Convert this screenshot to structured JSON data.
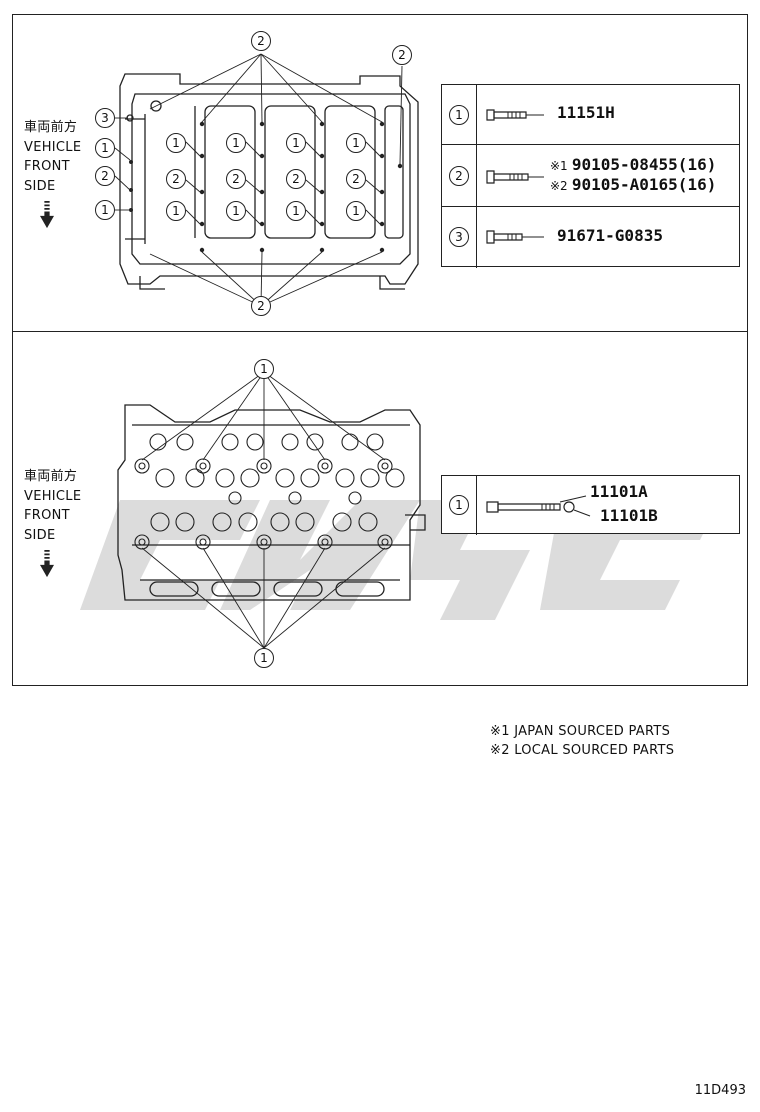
{
  "direction_label": {
    "jp": "車両前方",
    "en": [
      "VEHICLE",
      "FRONT",
      "SIDE"
    ]
  },
  "top_section": {
    "table": [
      {
        "ref": "1",
        "parts": [
          {
            "mark": "",
            "number": "11151H"
          }
        ]
      },
      {
        "ref": "2",
        "parts": [
          {
            "mark": "※1",
            "number": "90105-08455(16)"
          },
          {
            "mark": "※2",
            "number": "90105-A0165(16)"
          }
        ]
      },
      {
        "ref": "3",
        "parts": [
          {
            "mark": "",
            "number": "91671-G0835"
          }
        ]
      }
    ],
    "callouts": {
      "one": "1",
      "two": "2",
      "three": "3"
    }
  },
  "bottom_section": {
    "table": [
      {
        "ref": "1",
        "parts": [
          {
            "number": "11101A"
          },
          {
            "number": "11101B"
          }
        ]
      }
    ],
    "callouts": {
      "one": "1"
    }
  },
  "footnotes": [
    "※1 JAPAN SOURCED PARTS",
    "※2 LOCAL SOURCED PARTS"
  ],
  "drawing_code": "11D493",
  "colors": {
    "line": "#222222",
    "watermark": "#d0d0d0"
  }
}
